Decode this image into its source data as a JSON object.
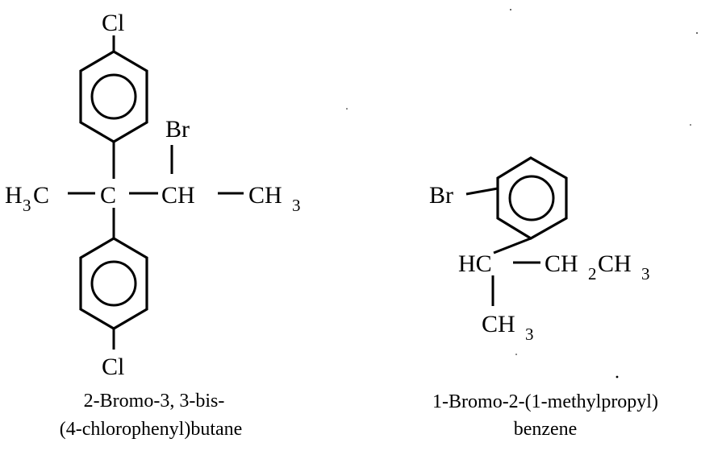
{
  "molecule_1": {
    "top_substituent": "Cl",
    "bottom_substituent": "Cl",
    "bromine": "Br",
    "left_group": {
      "main": "H",
      "sub": "3",
      "tail": "C"
    },
    "center_atom": "C",
    "ch_atom": "CH",
    "right_group": {
      "main": "CH",
      "sub": "3"
    },
    "name_line1": "2-Bromo-3, 3-bis-",
    "name_line2": "(4-chlorophenyl)butane"
  },
  "molecule_2": {
    "bromine": "Br",
    "hc_atom": "HC",
    "ethyl_group": {
      "a": "CH",
      "sub1": "2",
      "b": "CH",
      "sub2": "3"
    },
    "methyl_group": {
      "main": "CH",
      "sub": "3"
    },
    "name_line1": "1-Bromo-2-(1-methylpropyl)",
    "name_line2": "benzene"
  }
}
